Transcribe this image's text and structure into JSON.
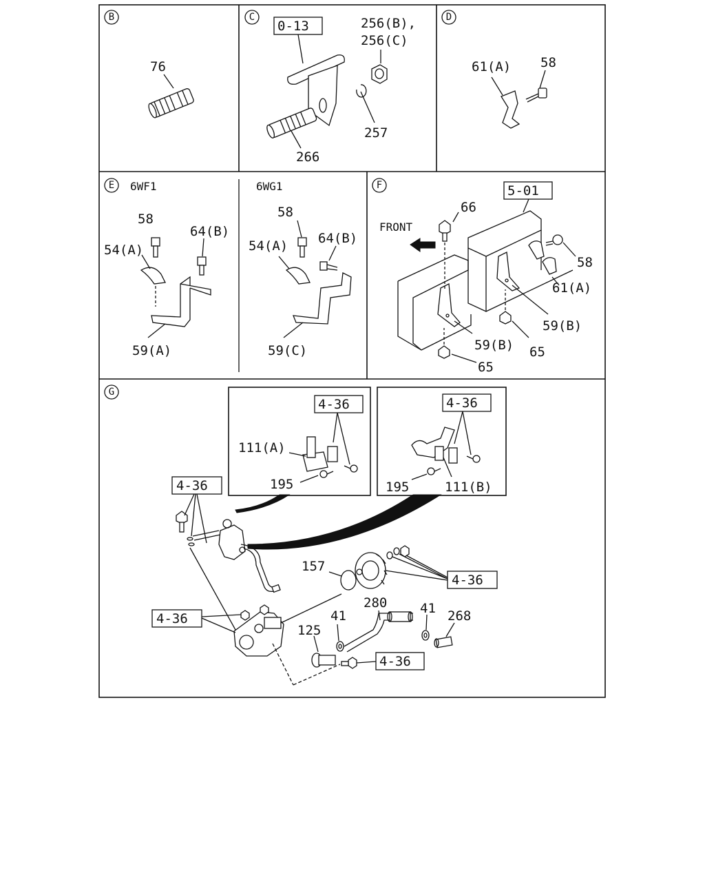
{
  "panels": {
    "B": {
      "letter": "B",
      "labels": [
        "76"
      ]
    },
    "C": {
      "letter": "C",
      "ref": "0-13",
      "labels": [
        "256(B),",
        "256(C)",
        "257",
        "266"
      ]
    },
    "D": {
      "letter": "D",
      "labels": [
        "61(A)",
        "58"
      ]
    },
    "E": {
      "letter": "E",
      "left": {
        "variant": "6WF1",
        "labels": [
          "58",
          "64(B)",
          "54(A)",
          "59(A)"
        ]
      },
      "right": {
        "variant": "6WG1",
        "labels": [
          "58",
          "54(A)",
          "64(B)",
          "59(C)"
        ]
      }
    },
    "F": {
      "letter": "F",
      "ref": "5-01",
      "front": "FRONT",
      "labels": [
        "66",
        "58",
        "61(A)",
        "59(B)",
        "59(B)",
        "65",
        "65"
      ]
    },
    "G": {
      "letter": "G",
      "inset_left": {
        "ref": "4-36",
        "labels": [
          "111(A)",
          "195"
        ]
      },
      "inset_right": {
        "ref": "4-36",
        "labels": [
          "195",
          "111(B)"
        ]
      },
      "refs": [
        "4-36",
        "4-36",
        "4-36",
        "4-36"
      ],
      "labels": [
        "157",
        "280",
        "41",
        "41",
        "268",
        "125"
      ]
    }
  }
}
